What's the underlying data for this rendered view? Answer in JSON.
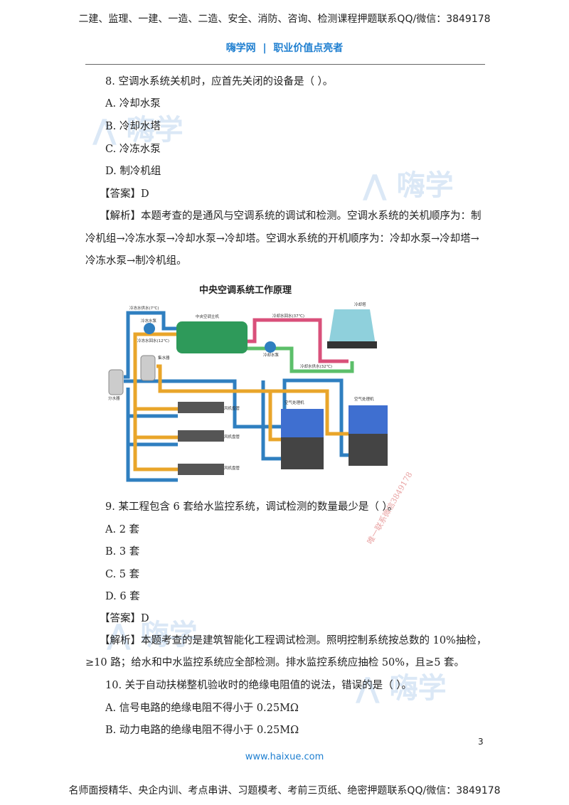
{
  "header": {
    "promo": "二建、监理、一建、一造、二造、安全、消防、咨询、检测课程押题联系QQ/微信：3849178",
    "brand": "嗨学网",
    "separator": "|",
    "slogan": "职业价值点亮者"
  },
  "q8": {
    "stem": "8.  空调水系统关机时，应首先关闭的设备是（    ）。",
    "options": [
      "A.  冷却水泵",
      "B.  冷却水塔",
      "C.  冷冻水泵",
      "D.  制冷机组"
    ],
    "answer": "【答案】D",
    "analysis": [
      "【解析】本题考查的是通风与空调系统的调试和检测。空调水系统的关机顺序为：制",
      "冷机组→冷冻水泵→冷却水泵→冷却塔。空调水系统的开机顺序为：冷却水泵→冷却塔→",
      "冷冻水泵→制冷机组。"
    ]
  },
  "diagram": {
    "title": "中央空调系统工作原理",
    "labels": {
      "chw_supply": "冷冻水供水(7℃)",
      "chw_pump": "冷冻水泵",
      "chw_return": "冷冻水回水(12℃)",
      "chiller": "中央空调主机",
      "cw_return": "冷却水回水(37℃)",
      "tower": "冷却塔",
      "cw_pump": "冷却水泵",
      "cw_supply": "冷却水供水(32℃)",
      "collector": "集水器",
      "distributor": "分水器",
      "fcu": "风机盘管",
      "ahu": "空气处理机"
    }
  },
  "q9": {
    "stem": "9.  某工程包含 6 套给水监控系统，调试检测的数量最少是（    ）。",
    "options": [
      "A.  2 套",
      "B.  3 套",
      "C.  5 套",
      "D.  6 套"
    ],
    "answer": "【答案】D",
    "analysis": [
      "【解析】本题考查的是建筑智能化工程调试检测。照明控制系统按总数的 10%抽检，",
      "≥10 路；给水和中水监控系统应全部检测。排水监控系统应抽检 50%，且≥5 套。"
    ]
  },
  "q10": {
    "stem": "10.  关于自动扶梯整机验收时的绝缘电阻值的说法，错误的是（    ）。",
    "options": [
      "A.  信号电路的绝缘电阻不得小于 0.25MΩ",
      "B.  动力电路的绝缘电阻不得小于 0.25MΩ"
    ]
  },
  "page_number": "3",
  "website": "www.haixue.com",
  "footer": "名师面授精华、央企内训、考点串讲、习题模考、考前三页纸、绝密押题联系QQ/微信：3849178",
  "watermarks": {
    "logo": "嗨学",
    "stamp": "唯一联系微信3849178"
  },
  "colors": {
    "brand": "#1f7fd0",
    "chilled": "#2f7fc0",
    "hot": "#e9a52a",
    "cooling_return": "#d9507a",
    "cooling_supply": "#5cbf6a"
  }
}
